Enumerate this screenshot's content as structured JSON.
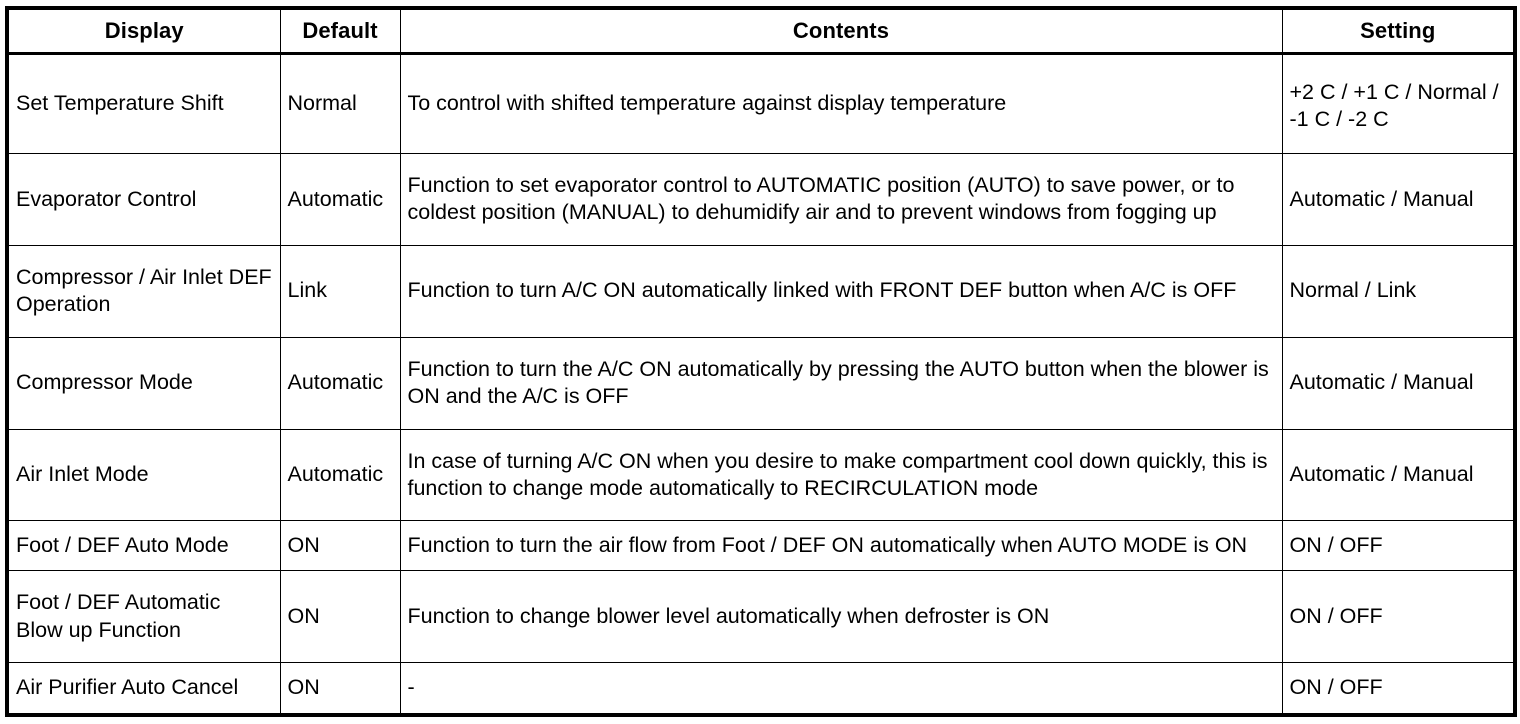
{
  "table": {
    "columns": [
      {
        "key": "display",
        "label": "Display"
      },
      {
        "key": "default",
        "label": "Default"
      },
      {
        "key": "contents",
        "label": "Contents"
      },
      {
        "key": "setting",
        "label": "Setting"
      }
    ],
    "rows": [
      {
        "display": "Set Temperature Shift",
        "default": "Normal",
        "contents": "To control with shifted temperature against display temperature",
        "setting": "+2 C / +1 C / Normal / -1 C / -2 C"
      },
      {
        "display": "Evaporator Control",
        "default": "Automatic",
        "contents": "Function to set evaporator control to AUTOMATIC position (AUTO) to save power, or to coldest position (MANUAL) to dehumidify air and to prevent windows from fogging up",
        "setting": "Automatic / Manual"
      },
      {
        "display": "Compressor / Air Inlet DEF Operation",
        "default": "Link",
        "contents": "Function to turn A/C ON automatically linked with FRONT DEF button when A/C is OFF",
        "setting": "Normal / Link"
      },
      {
        "display": "Compressor Mode",
        "default": "Automatic",
        "contents": "Function to turn the A/C ON automatically by pressing the AUTO button when the blower is ON and the A/C is OFF",
        "setting": "Automatic / Manual"
      },
      {
        "display": "Air Inlet Mode",
        "default": "Automatic",
        "contents": "In case of turning A/C ON when you desire to make compartment cool down quickly, this is function to change mode automatically to RECIRCULATION mode",
        "setting": "Automatic / Manual"
      },
      {
        "display": "Foot / DEF Auto Mode",
        "default": "ON",
        "contents": "Function to turn the air flow from Foot / DEF ON automatically when AUTO MODE is ON",
        "setting": "ON / OFF"
      },
      {
        "display": "Foot / DEF Automatic Blow up Function",
        "default": "ON",
        "contents": "Function to change blower level automatically when defroster is ON",
        "setting": "ON / OFF"
      },
      {
        "display": "Air Purifier Auto Cancel",
        "default": "ON",
        "contents": "-",
        "setting": "ON / OFF"
      }
    ]
  },
  "style": {
    "border_color": "#000000",
    "text_color": "#000000",
    "background": "#ffffff"
  }
}
